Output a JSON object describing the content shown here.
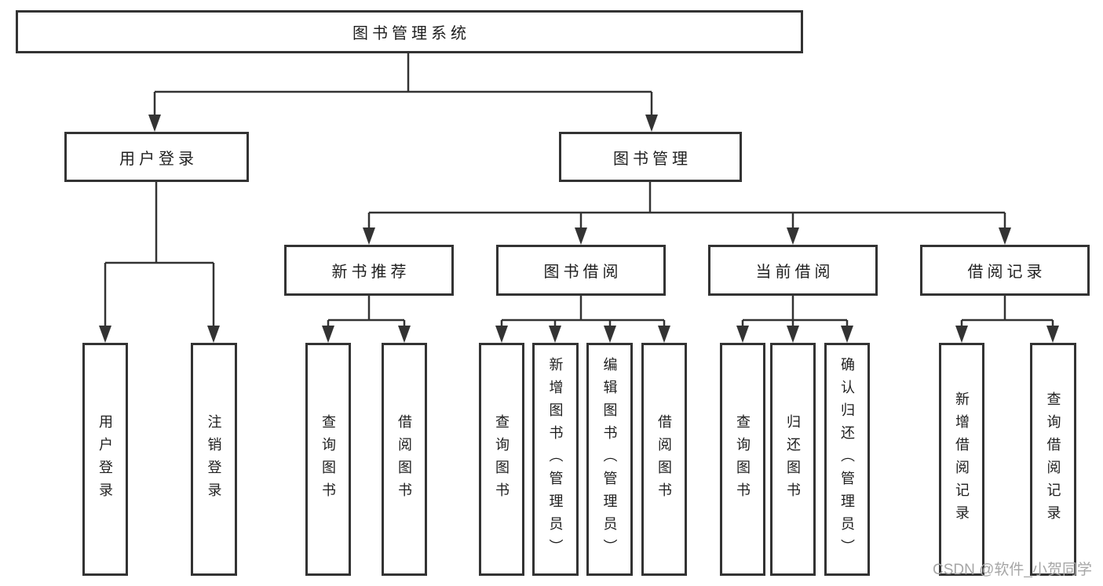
{
  "tree": {
    "root": {
      "label": "图书管理系统"
    },
    "children": [
      {
        "label": "用户登录",
        "children": [
          {
            "label": "用户登录"
          },
          {
            "label": "注销登录"
          }
        ]
      },
      {
        "label": "图书管理",
        "children": [
          {
            "label": "新书推荐",
            "children": [
              {
                "label": "查询图书"
              },
              {
                "label": "借阅图书"
              }
            ]
          },
          {
            "label": "图书借阅",
            "children": [
              {
                "label": "查询图书"
              },
              {
                "label": "新增图书（管理员）"
              },
              {
                "label": "编辑图书（管理员）"
              },
              {
                "label": "借阅图书"
              }
            ]
          },
          {
            "label": "当前借阅",
            "children": [
              {
                "label": "查询图书"
              },
              {
                "label": "归还图书"
              },
              {
                "label": "确认归还（管理员）"
              }
            ]
          },
          {
            "label": "借阅记录",
            "children": [
              {
                "label": "新增借阅记录"
              },
              {
                "label": "查询借阅记录"
              }
            ]
          }
        ]
      }
    ]
  },
  "watermark": {
    "text": "CSDN @软件_小贺同学"
  },
  "colors": {
    "line": "#333333",
    "box_border": "#333333",
    "text": "#1f1f1f",
    "watermark": "#a6a6a6",
    "background": "#ffffff"
  }
}
